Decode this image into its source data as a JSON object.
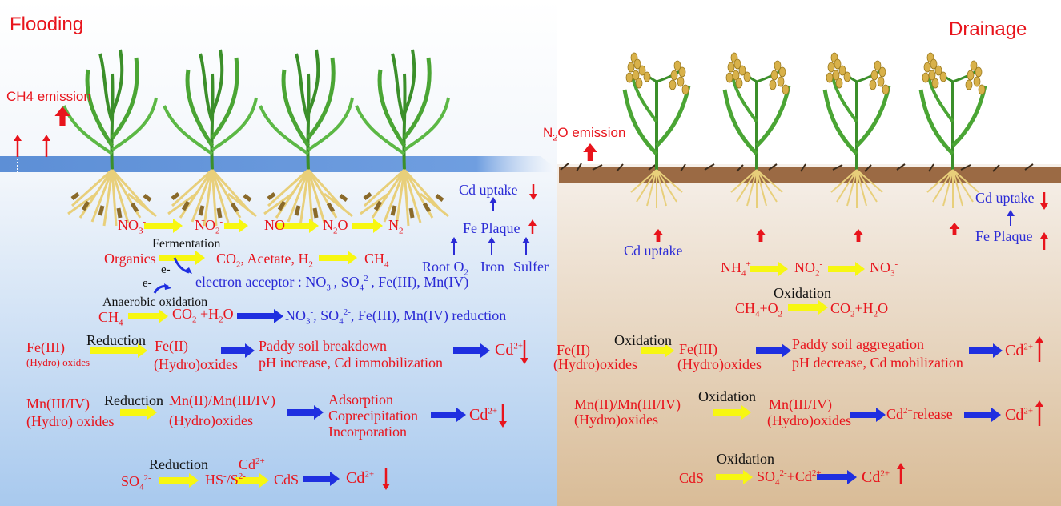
{
  "flooding": {
    "title": "Flooding",
    "ch4_emission": "CH4 emission",
    "nitrogen_chain": [
      "NO3-",
      "NO2-",
      "NO",
      "N2O",
      "N2"
    ],
    "cd_uptake": "Cd uptake",
    "fe_plaque": "Fe Plaque",
    "plaque_sources": [
      "Root O2",
      "Iron",
      "Sulfer"
    ],
    "fermentation": "Fermentation",
    "organics": "Organics",
    "co2_acetate_h2": "CO2, Acetate, H2",
    "ch4": "CH4",
    "e_minus": "e-",
    "electron_acceptor": "electron acceptor : NO3-, SO42-, Fe(III), Mn(IV)",
    "anaerobic_oxidation": "Anaerobic oxidation",
    "ao_ch4": "CH4",
    "ao_co2_h2o": "CO2 +H2O",
    "ao_reduction": "NO3-, SO42-, Fe(III), Mn(IV) reduction",
    "fe_row": {
      "reactant": "Fe(III)",
      "reactant_sub": "(Hydro) oxides",
      "process": "Reduction",
      "product": "Fe(II)",
      "product_sub": "(Hydro)oxides",
      "effect1": "Paddy soil breakdown",
      "effect2": "pH increase, Cd immobilization",
      "result": "Cd2+"
    },
    "mn_row": {
      "reactant": "Mn(III/IV)",
      "reactant_sub": "(Hydro) oxides",
      "process": "Reduction",
      "product": "Mn(II)/Mn(III/IV)",
      "product_sub": "(Hydro)oxides",
      "effect1": "Adsorption",
      "effect2": "Coprecipitation",
      "effect3": "Incorporation",
      "result": "Cd2+"
    },
    "s_row": {
      "reactant": "SO42-",
      "process": "Reduction",
      "cd_in": "Cd2+",
      "intermediate": "HS-/S2-",
      "product": "CdS",
      "result": "Cd2+"
    }
  },
  "drainage": {
    "title": "Drainage",
    "n2o_emission": "N2O emission",
    "cd_uptake_root": "Cd uptake",
    "cd_uptake": "Cd uptake",
    "fe_plaque": "Fe Plaque",
    "nitrification": [
      "NH4+",
      "NO2-",
      "NO3-"
    ],
    "oxidation_label": "Oxidation",
    "ch4_o2": "CH4+O2",
    "co2_h2o": "CO2+H2O",
    "fe_row": {
      "reactant": "Fe(II)",
      "reactant_sub": "(Hydro)oxides",
      "process": "Oxidation",
      "product": "Fe(III)",
      "product_sub": "(Hydro)oxides",
      "effect1": "Paddy soil aggregation",
      "effect2": "pH decrease, Cd mobilization",
      "result": "Cd2+"
    },
    "mn_row": {
      "reactant": "Mn(II)/Mn(III/IV)",
      "reactant_sub": "(Hydro)oxides",
      "process": "Oxidation",
      "product": "Mn(III/IV)",
      "product_sub": "(Hydro)oxides",
      "release": "Cd2+ release",
      "result": "Cd2+"
    },
    "s_row": {
      "reactant": "CdS",
      "process": "Oxidation",
      "product": "SO42-+Cd2+",
      "result": "Cd2+"
    }
  },
  "colors": {
    "red_text": "#e8141c",
    "blue_text": "#2b2bd6",
    "yellow_arrow": "#f7f711",
    "blue_arrow": "#1f2fe0",
    "water": "#5d8fd6",
    "soil": "#9b6a44"
  }
}
